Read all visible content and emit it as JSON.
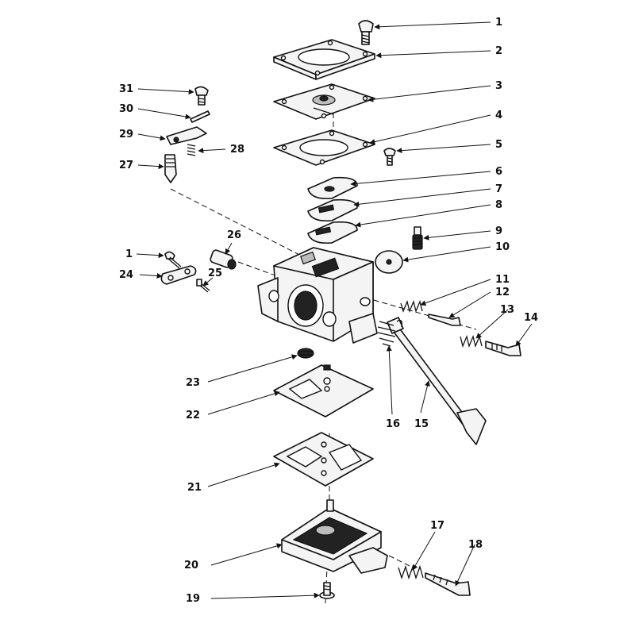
{
  "diagram": {
    "type": "exploded-parts-diagram",
    "callouts": {
      "c1a": "1",
      "c2": "2",
      "c3": "3",
      "c4": "4",
      "c5": "5",
      "c6": "6",
      "c7": "7",
      "c8": "8",
      "c9": "9",
      "c10": "10",
      "c11": "11",
      "c12": "12",
      "c13": "13",
      "c14": "14",
      "c15": "15",
      "c16": "16",
      "c17": "17",
      "c18": "18",
      "c19": "19",
      "c20": "20",
      "c21": "21",
      "c22": "22",
      "c23": "23",
      "c24": "24",
      "c25": "25",
      "c26": "26",
      "c27": "27",
      "c28": "28",
      "c29": "29",
      "c30": "30",
      "c31": "31",
      "c1b": "1"
    }
  }
}
